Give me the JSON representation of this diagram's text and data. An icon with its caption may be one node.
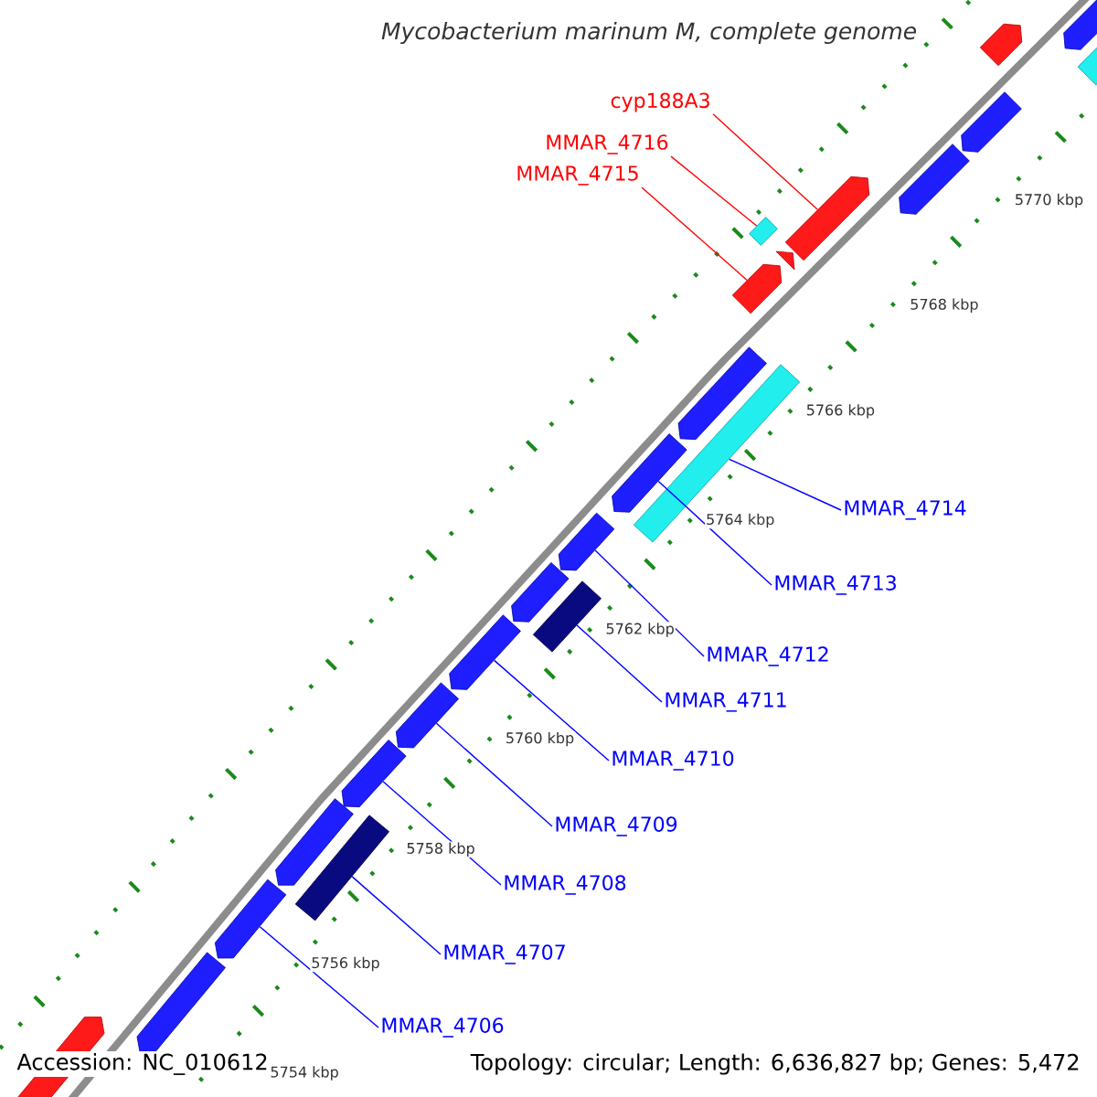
{
  "diagram": {
    "title": "Mycobacterium marinum M, complete genome",
    "nodes": [
      {
        "text": [
          "cyp188A3"
        ]
      },
      {
        "text": [
          "MMAR_4716"
        ]
      },
      {
        "text": [
          "MMAR_4715"
        ]
      },
      {
        "text": [
          "MMAR_4714"
        ]
      },
      {
        "text": [
          "MMAR_4713"
        ]
      },
      {
        "text": [
          "MMAR_4712"
        ]
      },
      {
        "text": [
          "MMAR_4711"
        ]
      },
      {
        "text": [
          "MMAR_4710"
        ]
      },
      {
        "text": [
          "MMAR_4709"
        ]
      },
      {
        "text": [
          "MMAR_4708"
        ]
      },
      {
        "text": [
          "MMAR_4707"
        ]
      },
      {
        "text": [
          "MMAR_4706"
        ]
      },
      {
        "text": [],
        "shape": "bar"
      },
      {
        "text": [],
        "shape": "bar"
      },
      {
        "text": [],
        "shape": "bar"
      },
      {
        "text": [],
        "shape": "bar"
      },
      {
        "text": [],
        "shape": "bar"
      },
      {
        "text": [],
        "shape": "bar"
      },
      {
        "text": [],
        "shape": "bar"
      },
      {
        "text": [],
        "shape": "bar"
      },
      {
        "text": [],
        "shape": "bar"
      },
      {
        "text": [],
        "shape": "bar"
      },
      {
        "text": [],
        "shape": "bar"
      },
      {
        "text": [],
        "shape": "bar"
      },
      {
        "text": [],
        "shape": "bar"
      },
      {
        "text": [],
        "shape": "bar"
      },
      {
        "text": [],
        "shape": "bar"
      },
      {
        "text": [],
        "shape": "bar"
      },
      {
        "text": [],
        "shape": "bar"
      },
      {
        "text": [],
        "shape": "bar"
      },
      {
        "text": [],
        "shape": "bar"
      },
      {
        "text": [],
        "shape": "bar"
      },
      {
        "text": [],
        "shape": "bar"
      },
      {
        "text": [],
        "shape": "bar"
      },
      {
        "text": [],
        "shape": "bar"
      }
    ],
    "edges": [
      {
        "from": 0,
        "to": 17,
        "arrow": "none",
        "color": "#ff0000"
      },
      {
        "from": 1,
        "to": 18,
        "arrow": "none",
        "color": "#ff0000"
      },
      {
        "from": 2,
        "to": 20,
        "arrow": "none",
        "color": "#ff0000"
      },
      {
        "from": 3,
        "to": 22,
        "arrow": "none"
      },
      {
        "from": 4,
        "to": 23,
        "arrow": "none"
      },
      {
        "from": 5,
        "to": 24,
        "arrow": "none"
      },
      {
        "from": 6,
        "to": 25,
        "arrow": "none"
      },
      {
        "from": 7,
        "to": 27,
        "arrow": "none"
      },
      {
        "from": 8,
        "to": 28,
        "arrow": "none"
      },
      {
        "from": 9,
        "to": 29,
        "arrow": "none"
      },
      {
        "from": 10,
        "to": 30,
        "arrow": "none"
      },
      {
        "from": 11,
        "to": 32,
        "arrow": "none"
      }
    ],
    "labels": [
      "5770 kbp",
      "5768 kbp",
      "5766 kbp",
      "5764 kbp",
      "5762 kbp",
      "5760 kbp",
      "5758 kbp",
      "5756 kbp",
      "5754 kbp",
      "Accession: NC_010612",
      "Topology: circular; Length: 6,636,827 bp; Genes: 5,472"
    ]
  }
}
